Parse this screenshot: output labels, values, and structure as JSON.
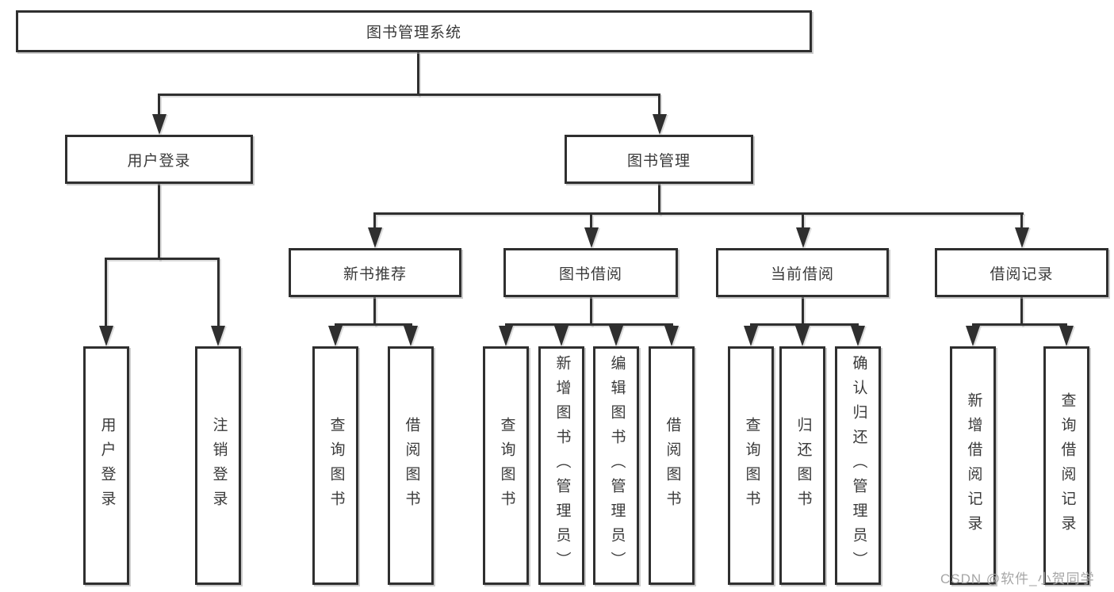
{
  "diagram_title": "图书管理系统",
  "colors": {
    "background": "#ffffff",
    "line": "#2f2f2f",
    "text": "#3a3a3a",
    "watermark": "#a6a6a6"
  },
  "tree": {
    "root": {
      "label": "图书管理系统"
    },
    "user_login": {
      "label": "用户登录",
      "children": [
        {
          "label": "用户登录"
        },
        {
          "label": "注销登录"
        }
      ]
    },
    "book_mgmt": {
      "label": "图书管理",
      "sections": [
        {
          "label": "新书推荐",
          "children": [
            {
              "label": "查询图书"
            },
            {
              "label": "借阅图书"
            }
          ]
        },
        {
          "label": "图书借阅",
          "children": [
            {
              "label": "查询图书"
            },
            {
              "label": "新增图书（管理员）"
            },
            {
              "label": "编辑图书（管理员）"
            },
            {
              "label": "借阅图书"
            }
          ]
        },
        {
          "label": "当前借阅",
          "children": [
            {
              "label": "查询图书"
            },
            {
              "label": "归还图书"
            },
            {
              "label": "确认归还（管理员）"
            }
          ]
        },
        {
          "label": "借阅记录",
          "children": [
            {
              "label": "新增借阅记录"
            },
            {
              "label": "查询借阅记录"
            }
          ]
        }
      ]
    }
  },
  "watermark": "CSDN @软件_小贺同学"
}
